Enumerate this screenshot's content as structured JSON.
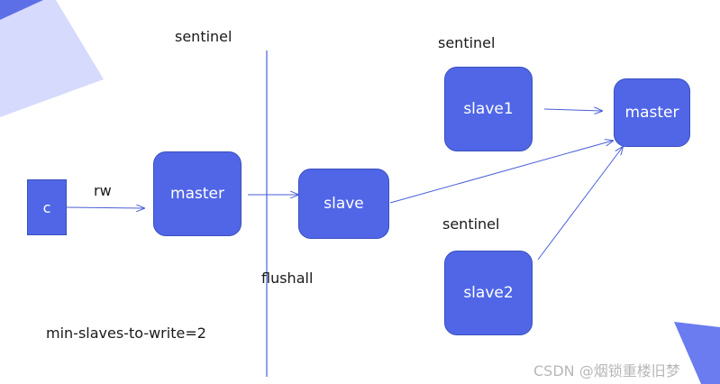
{
  "nodes": {
    "client": "c",
    "master_left": "master",
    "slave": "slave",
    "slave1": "slave1",
    "slave2": "slave2",
    "master_right": "master"
  },
  "labels": {
    "sentinel_left": "sentinel",
    "sentinel_top_right": "sentinel",
    "sentinel_bottom_right": "sentinel",
    "rw": "rw",
    "flushall": "flushall",
    "config": "min-slaves-to-write=2"
  },
  "watermark": "CSDN @烟锁重楼旧梦",
  "colors": {
    "node_fill": "#5066e6",
    "node_border": "#3a4fbf",
    "arrow": "#4a5fd8",
    "decor_light": "#d6dafc",
    "decor_dark": "#5c6fe6"
  }
}
